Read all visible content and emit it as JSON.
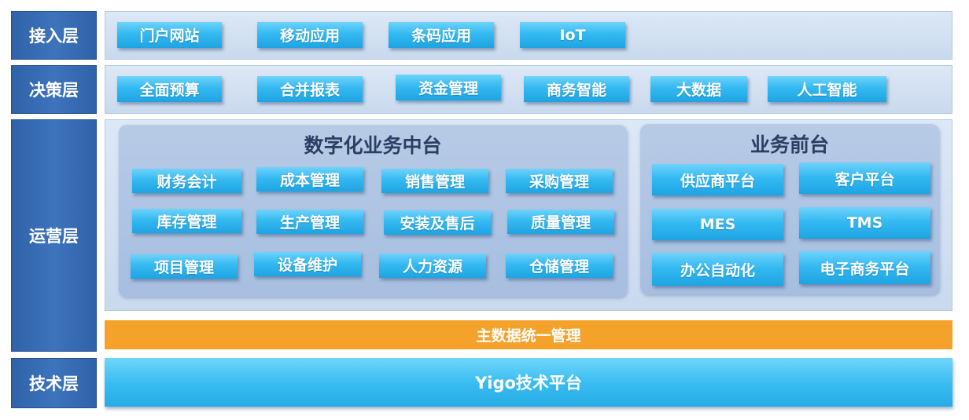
{
  "layers": {
    "access": "接入层",
    "decision": "决策层",
    "operation": "运营层",
    "technical": "技术层"
  },
  "access_items": [
    "门户网站",
    "移动应用",
    "条码应用",
    "IoT"
  ],
  "decision_items": [
    "全面预算",
    "合并报表",
    "资金管理",
    "商务智能",
    "大数据",
    "人工智能"
  ],
  "middle_platform": {
    "title": "数字化业务中台",
    "items": [
      "财务会计",
      "成本管理",
      "销售管理",
      "采购管理",
      "库存管理",
      "生产管理",
      "安装及售后",
      "质量管理",
      "项目管理",
      "设备维护",
      "人力资源",
      "仓储管理"
    ]
  },
  "front_platform": {
    "title": "业务前台",
    "items": [
      "供应商平台",
      "客户平台",
      "MES",
      "TMS",
      "办公自动化",
      "电子商务平台"
    ]
  },
  "master_data_bar": "主数据统一管理",
  "tech_platform": "Yigo技术平台",
  "colors": {
    "layer_label": "#3368b0",
    "button": "#34b9f1",
    "orange_bar": "#f5a22b",
    "panel": "#d3e0f2"
  }
}
